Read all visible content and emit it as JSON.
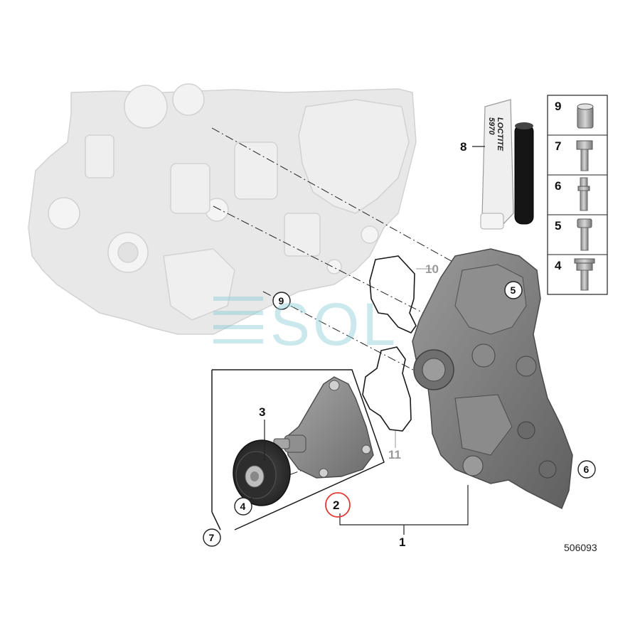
{
  "watermark": "SOL",
  "reference_number": "506093",
  "tube_text": {
    "brand": "LOCTITE",
    "code": "5970"
  },
  "labels": {
    "p1": "1",
    "p2": "2",
    "p3": "3",
    "p4": "4",
    "p5": "5",
    "p6": "6",
    "p7": "7",
    "p8": "8",
    "p9": "9",
    "p10": "10",
    "p11": "11"
  },
  "kit_table": [
    {
      "number": "9",
      "part": "sleeve"
    },
    {
      "number": "7",
      "part": "hex-bolt"
    },
    {
      "number": "6",
      "part": "stud-bolt"
    },
    {
      "number": "5",
      "part": "torx-bolt"
    },
    {
      "number": "4",
      "part": "flange-bolt"
    }
  ],
  "colors": {
    "highlight_circle": "#e53935",
    "block_grey": "#e6e6e6",
    "housing_grey": "#7d7d7d"
  }
}
